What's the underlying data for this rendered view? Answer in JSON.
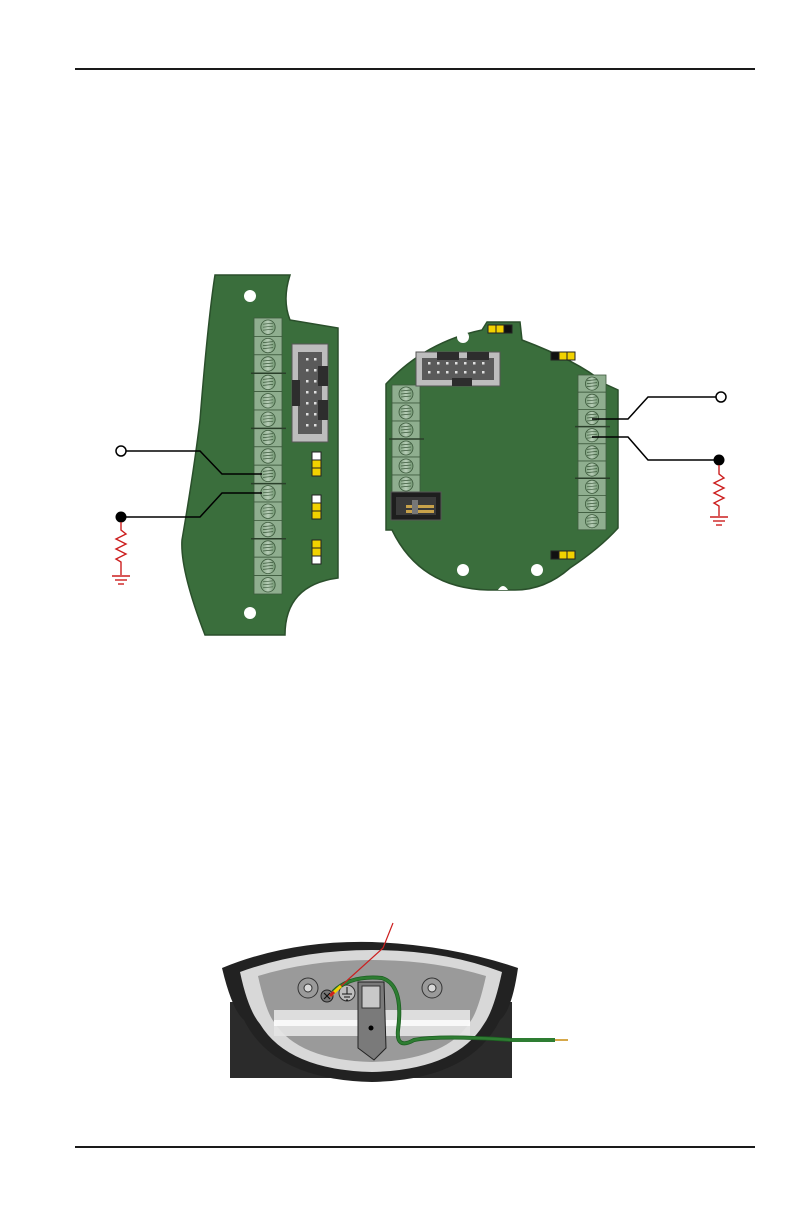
{
  "page": {
    "background": "#ffffff",
    "rule_color": "#1a1a1a"
  },
  "figure_1": {
    "board_color": "#3a6e3c",
    "terminal_color": "#8fae8f",
    "jumper_color": "#f2d200",
    "wire_color": "#000000",
    "resistor_color": "#cc1f1f",
    "left_board": {
      "terminal_count": 15
    },
    "right_board": {
      "left_terminal_count": 6,
      "right_terminal_count": 9
    }
  },
  "figure_2": {
    "housing_color": "#2b2b2b",
    "ground_wire_color": "#2e7d32",
    "callout_color": "#cc1f1f",
    "ground_symbol": "ground-icon"
  }
}
